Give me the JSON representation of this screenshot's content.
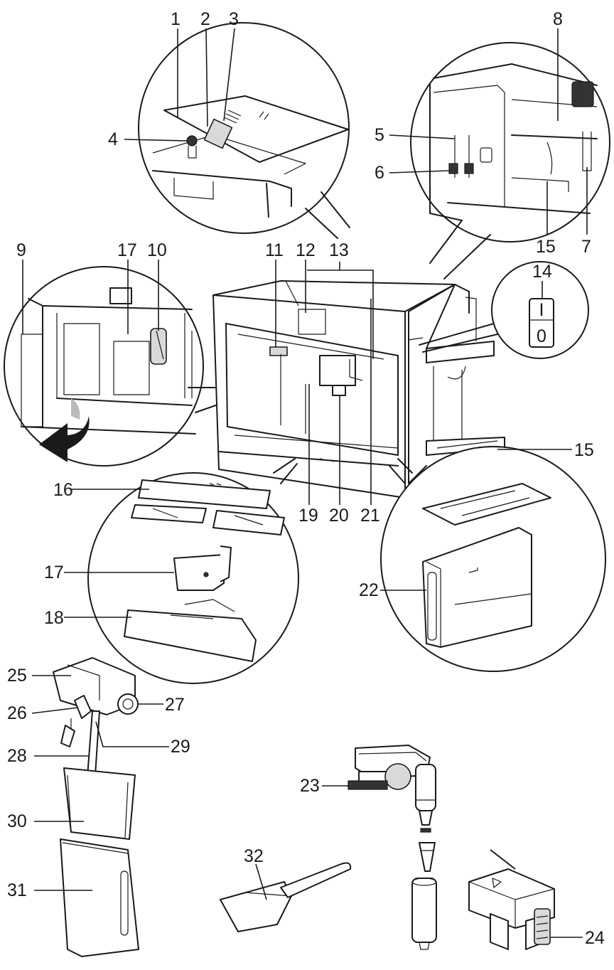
{
  "labels": {
    "l1": "1",
    "l2": "2",
    "l3": "3",
    "l4": "4",
    "l5": "5",
    "l6": "6",
    "l7": "7",
    "l8": "8",
    "l9": "9",
    "l10": "10",
    "l11": "11",
    "l12": "12",
    "l13": "13",
    "l14": "14",
    "l15a": "15",
    "l15b": "15",
    "l16": "16",
    "l17a": "17",
    "l17b": "17",
    "l18": "18",
    "l19": "19",
    "l20": "20",
    "l21": "21",
    "l22": "22",
    "l23": "23",
    "l24": "24",
    "l25": "25",
    "l26": "26",
    "l27": "27",
    "l28": "28",
    "l29": "29",
    "l30": "30",
    "l31": "31",
    "l32": "32"
  },
  "switch": {
    "on_mark": "I",
    "off_mark": "0"
  }
}
